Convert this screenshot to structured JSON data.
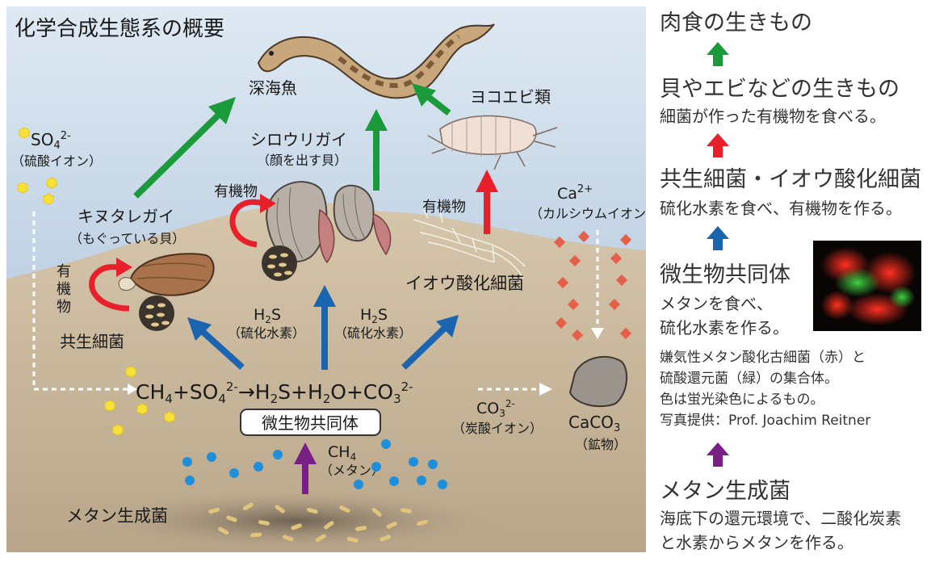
{
  "title": "化学合成生態系の概要",
  "labels": {
    "deep_fish": "深海魚",
    "shirouri_line1": "シロウリガイ",
    "shirouri_line2": "（顔を出す貝）",
    "yokoebi": "ヨコエビ類",
    "kinuta_line1": "キヌタレガイ",
    "kinuta_line2": "（もぐっている貝）",
    "organic_top": "有機物",
    "organic_right": "有機物",
    "organic_left_1": "有",
    "organic_left_2": "機",
    "organic_left_3": "物",
    "symbiotic": "共生細菌",
    "sulfur_bacteria": "イオウ酸化細菌",
    "h2s": "H",
    "h2s_sub": "2",
    "h2s_s": "S",
    "h2s_desc": "（硫化水素）",
    "so4": "SO",
    "so4_sub": "4",
    "so4_sup": "2-",
    "so4_desc": "（硫酸イオン）",
    "ca": "Ca",
    "ca_sup": "2+",
    "ca_desc": "（カルシウムイオン）",
    "co3": "CO",
    "co3_sub": "3",
    "co3_sup": "2-",
    "co3_desc": "（炭酸イオン）",
    "caco3": "CaCO",
    "caco3_sub": "3",
    "caco3_desc": "（鉱物）",
    "ch4": "CH",
    "ch4_sub": "4",
    "ch4_desc": "（メタン）",
    "consortium_box": "微生物共同体",
    "methanogen": "メタン生成菌",
    "eq_ch": "CH",
    "eq_4": "4",
    "eq_plus_so": "+SO",
    "eq_4b": "4",
    "eq_2m": "2-",
    "eq_arrow_h": "→H",
    "eq_2": "2",
    "eq_s_h": "S+H",
    "eq_2b": "2",
    "eq_o_co": "O+CO",
    "eq_3": "3",
    "eq_2m_b": "2-"
  },
  "legend": {
    "carnivore": "肉食の生きもの",
    "shellfish": "貝やエビなどの生きもの",
    "shellfish_desc": "細菌が作った有機物を食べる。",
    "bacteria": "共生細菌・イオウ酸化細菌",
    "bacteria_desc": "硫化水素を食べ、有機物を作る。",
    "consortium": "微生物共同体",
    "consortium_desc1": "メタンを食べ、",
    "consortium_desc2": "硫化水素を作る。",
    "caption1": "嫌気性メタン酸化古細菌（赤）と",
    "caption2": "硫酸還元菌（緑）の集合体。",
    "caption3": "色は蛍光染色によるもの。",
    "caption4": "写真提供：Prof. Joachim Reitner",
    "methanogen": "メタン生成菌",
    "methanogen_desc1": "海底下の還元環境で、二酸化炭素",
    "methanogen_desc2": "と水素からメタンを作る。"
  },
  "colors": {
    "green_arrow": "#1a9a3a",
    "red_arrow": "#e8202a",
    "blue_arrow": "#1b64b0",
    "purple_arrow": "#7a1f86",
    "sea_top": "#a9c4dd",
    "sediment": "#c9b79c",
    "so4_dot": "#f6e13a",
    "ca_dot": "#e5604a",
    "methane_dot": "#1e8fd8"
  }
}
